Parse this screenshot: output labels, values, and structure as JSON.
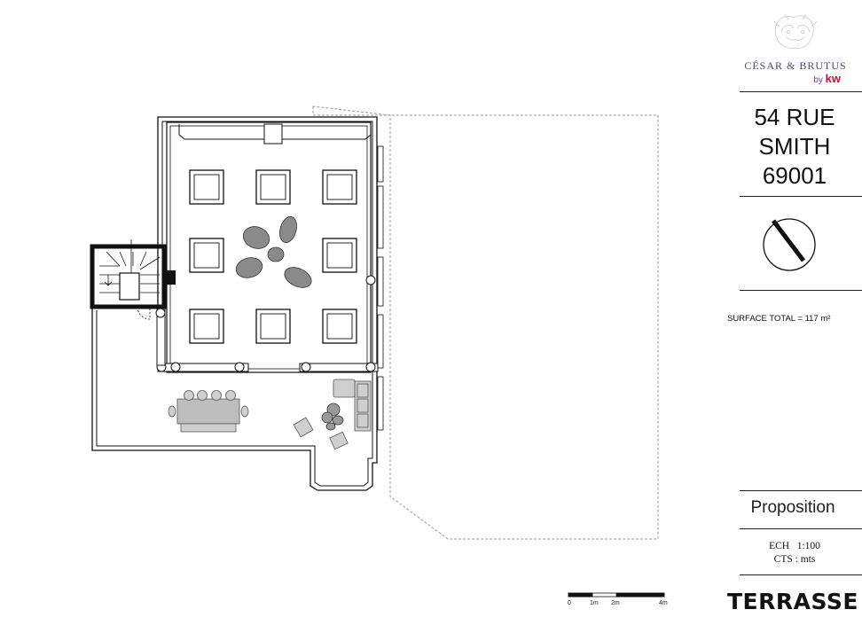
{
  "brand": {
    "name": "CÉSAR & BRUTUS",
    "by": "by",
    "kw": "kw",
    "logo_icon": "lion-heads-logo-icon"
  },
  "address": {
    "line1": "54 RUE",
    "line2": "SMITH",
    "line3": "69001"
  },
  "compass_icon": "north-arrow-icon",
  "surface": {
    "label": "SURFACE TOTAL",
    "equals": "=",
    "value": "117 m²"
  },
  "proposition": "Proposition",
  "scale": {
    "ech_label": "ECH",
    "ech_value": "1:100",
    "cts_label": "CTS : mts",
    "ticks": [
      "0",
      "1m",
      "2m",
      "4m"
    ]
  },
  "level_name": "TERRASSE",
  "colors": {
    "wall": "#111111",
    "furniture_fill": "#bdbdbd",
    "plant_fill": "#8a8a8a",
    "dashed_outline": "#9a9a9a",
    "brand_text": "#4a4a6a",
    "kw_red": "#c8102e"
  }
}
